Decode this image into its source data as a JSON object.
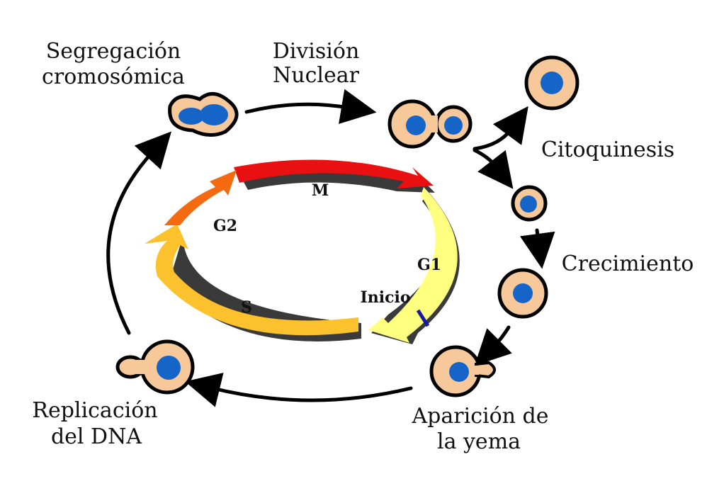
{
  "labels": {
    "segregacion_l1": "Segregación",
    "segregacion_l2": "cromosómica",
    "division_l1": "División",
    "division_l2": "Nuclear",
    "citoquinesis": "Citoquinesis",
    "crecimiento": "Crecimiento",
    "aparicion_l1": "Aparición de",
    "aparicion_l2": "la yema",
    "replicacion_l1": "Replicación",
    "replicacion_l2": "del DNA"
  },
  "phases": {
    "m": "M",
    "g1": "G1",
    "s": "S",
    "g2": "G2",
    "inicio": "Inicio"
  },
  "colors": {
    "cell_fill": "#f7c89a",
    "nucleus": "#1565c8",
    "arrow": "#000000",
    "m_phase": "#e81010",
    "g1_phase": "#ffff80",
    "s_phase": "#fcc22e",
    "g2_phase": "#f36a10",
    "inicio_mark": "#1a1aa0",
    "shadow": "#3a3a3a"
  }
}
